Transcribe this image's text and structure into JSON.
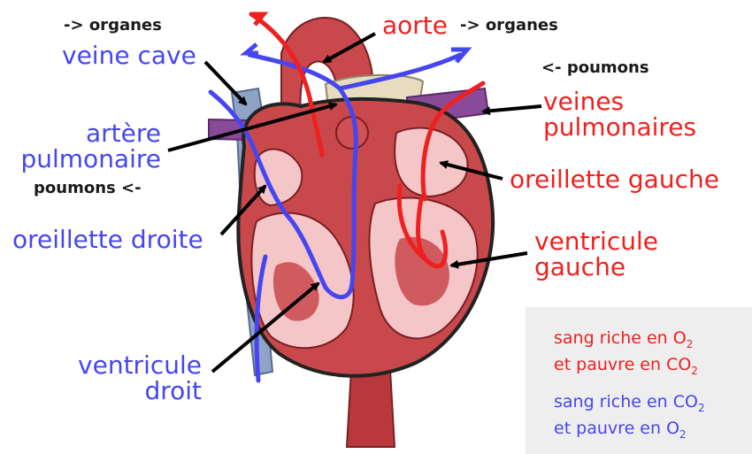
{
  "labels": {
    "organs_left": "-> organes",
    "vena_cava": "veine cave",
    "pulmonary_artery": [
      "artère",
      "pulmonaire"
    ],
    "lungs_left": "poumons <-",
    "right_atrium": "oreillette droite",
    "right_ventricle": [
      "ventricule",
      "droit"
    ],
    "aorta": "aorte",
    "organs_right": "-> organes",
    "lungs_right": "<- poumons",
    "pulmonary_veins": [
      "veines",
      "pulmonaires"
    ],
    "left_atrium": "oreillette gauche",
    "left_ventricle": [
      "ventricule",
      "gauche"
    ]
  },
  "legend": {
    "red_line1_text": "sang riche en O",
    "red_line1_sub": "2",
    "red_line2_text": "et pauvre en CO",
    "red_line2_sub": "2",
    "blue_line1_text": "sang riche en CO",
    "blue_line1_sub": "2",
    "blue_line2_text": "et pauvre en O",
    "blue_line2_sub": "2"
  },
  "colors": {
    "oxygenated": "#f02020",
    "deoxygenated": "#4646f0",
    "heart_muscle": "#c8484c",
    "vein_blue": "#8fa3c6",
    "arrow": "#000000"
  }
}
